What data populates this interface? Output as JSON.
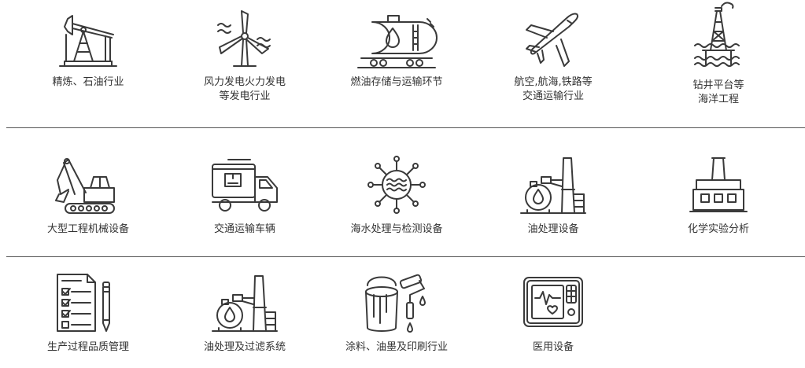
{
  "colors": {
    "icon_stroke": "#3a3a3a",
    "text": "#333333",
    "divider": "#555555",
    "background": "#ffffff"
  },
  "rows": [
    {
      "items": [
        {
          "icon": "oil-pumpjack-icon",
          "label": "精炼、石油行业"
        },
        {
          "icon": "wind-turbine-icon",
          "label": "风力发电火力发电\n等发电行业"
        },
        {
          "icon": "oil-tank-car-icon",
          "label": "燃油存储与运输环节"
        },
        {
          "icon": "airplane-icon",
          "label": "航空,航海,铁路等\n交通运输行业"
        },
        {
          "icon": "drilling-platform-icon",
          "label": "钻井平台等\n海洋工程"
        }
      ]
    },
    {
      "items": [
        {
          "icon": "excavator-icon",
          "label": "大型工程机械设备"
        },
        {
          "icon": "delivery-truck-icon",
          "label": "交通运输车辆"
        },
        {
          "icon": "water-treatment-icon",
          "label": "海水处理与检测设备"
        },
        {
          "icon": "oil-processing-plant-icon",
          "label": "油处理设备"
        },
        {
          "icon": "chemical-lab-icon",
          "label": "化学实验分析"
        }
      ]
    },
    {
      "items": [
        {
          "icon": "checklist-pencil-icon",
          "label": "生产过程品质管理"
        },
        {
          "icon": "oil-filtration-plant-icon",
          "label": "油处理及过滤系统"
        },
        {
          "icon": "paint-bucket-roller-icon",
          "label": "涂料、油墨及印刷行业"
        },
        {
          "icon": "medical-monitor-icon",
          "label": "医用设备"
        }
      ]
    }
  ]
}
